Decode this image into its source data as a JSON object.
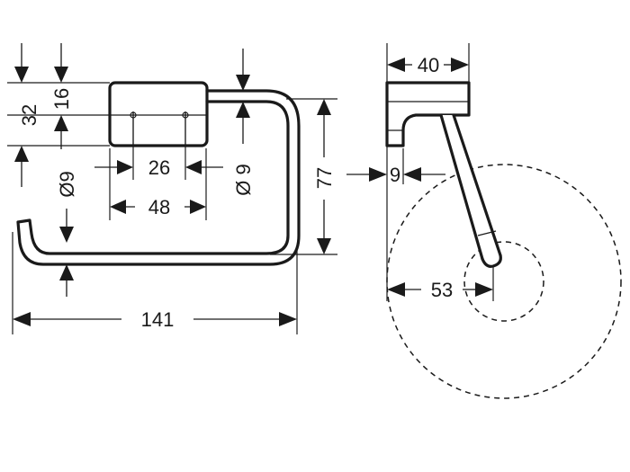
{
  "front_view": {
    "dim_16": "16",
    "dim_32": "32",
    "dim_dia9_left": "Ø9",
    "dim_26": "26",
    "dim_48": "48",
    "dim_dia9_right": "Ø 9",
    "dim_77": "77",
    "dim_141": "141"
  },
  "side_view": {
    "dim_40": "40",
    "dim_9": "9",
    "dim_53": "53"
  }
}
